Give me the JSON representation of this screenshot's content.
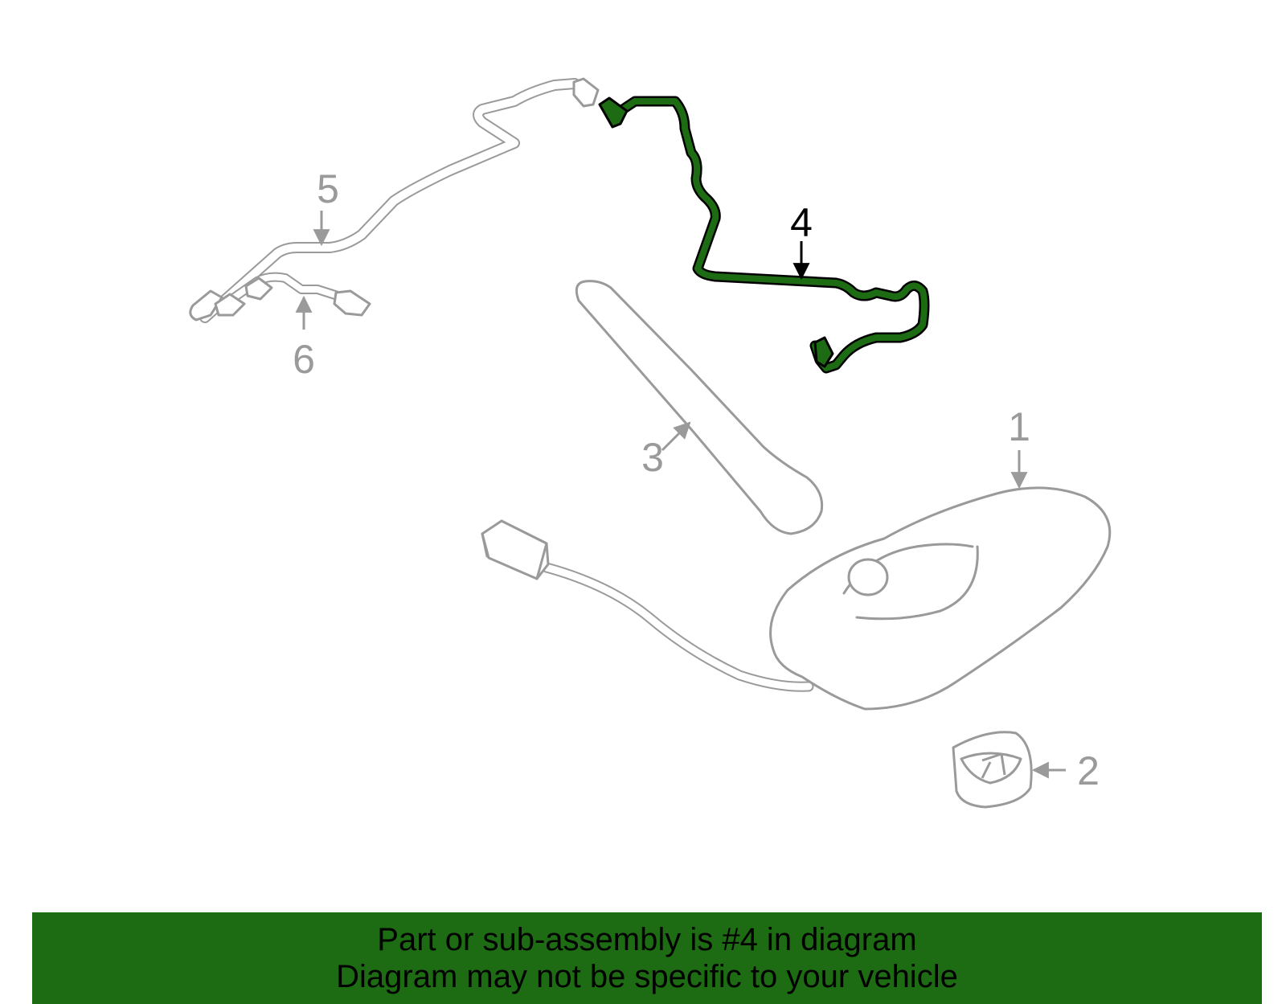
{
  "colors": {
    "highlight": "#1d6b12",
    "outline": "#000000",
    "inactive": "#9a9a9a",
    "banner_bg": "#1d6b12",
    "banner_text": "#000000"
  },
  "callouts": {
    "part_1": "1",
    "part_2": "2",
    "part_3": "3",
    "part_4": "4",
    "part_5": "5",
    "part_6": "6"
  },
  "banner": {
    "line1": "Part or sub-assembly is #4 in diagram",
    "line2": "Diagram may not be specific to your vehicle"
  }
}
